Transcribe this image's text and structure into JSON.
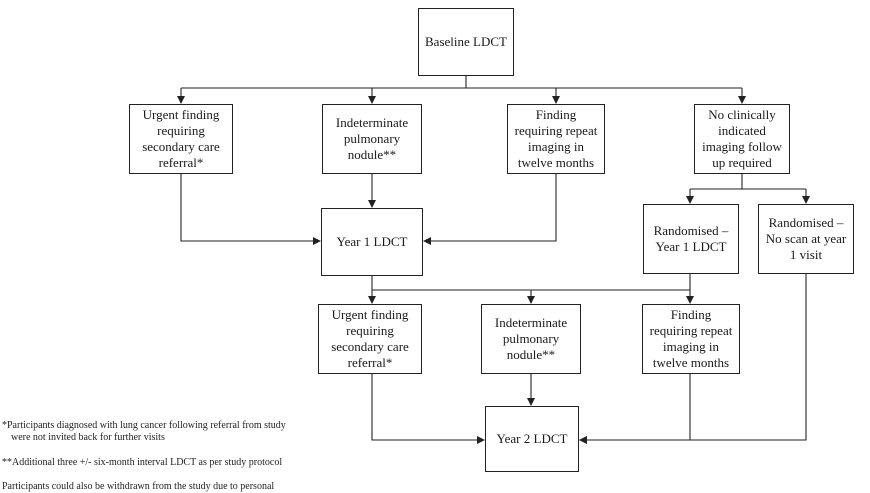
{
  "nodes": {
    "baseline": "Baseline LDCT",
    "urgent1": "Urgent finding requiring secondary care referral*",
    "indeterminate1": "Indeterminate pulmonary nodule**",
    "repeat1": "Finding requiring repeat imaging in twelve months",
    "no_followup": "No clinically indicated imaging follow up required",
    "year1": "Year 1 LDCT",
    "rand_year1": "Randomised – Year 1 LDCT",
    "rand_noscan": "Randomised – No scan at year 1 visit",
    "urgent2": "Urgent finding requiring secondary care referral*",
    "indeterminate2": "Indeterminate pulmonary nodule**",
    "repeat2": "Finding requiring repeat imaging in twelve months",
    "year2": "Year 2 LDCT"
  },
  "notes": {
    "note1_line1": "*Participants diagnosed with lung cancer following referral from study",
    "note1_line2": "were not invited back for further visits",
    "note2": "**Additional three +/- six-month interval LDCT as per study protocol",
    "note3": "Participants could also be withdrawn from the study due to personal"
  }
}
